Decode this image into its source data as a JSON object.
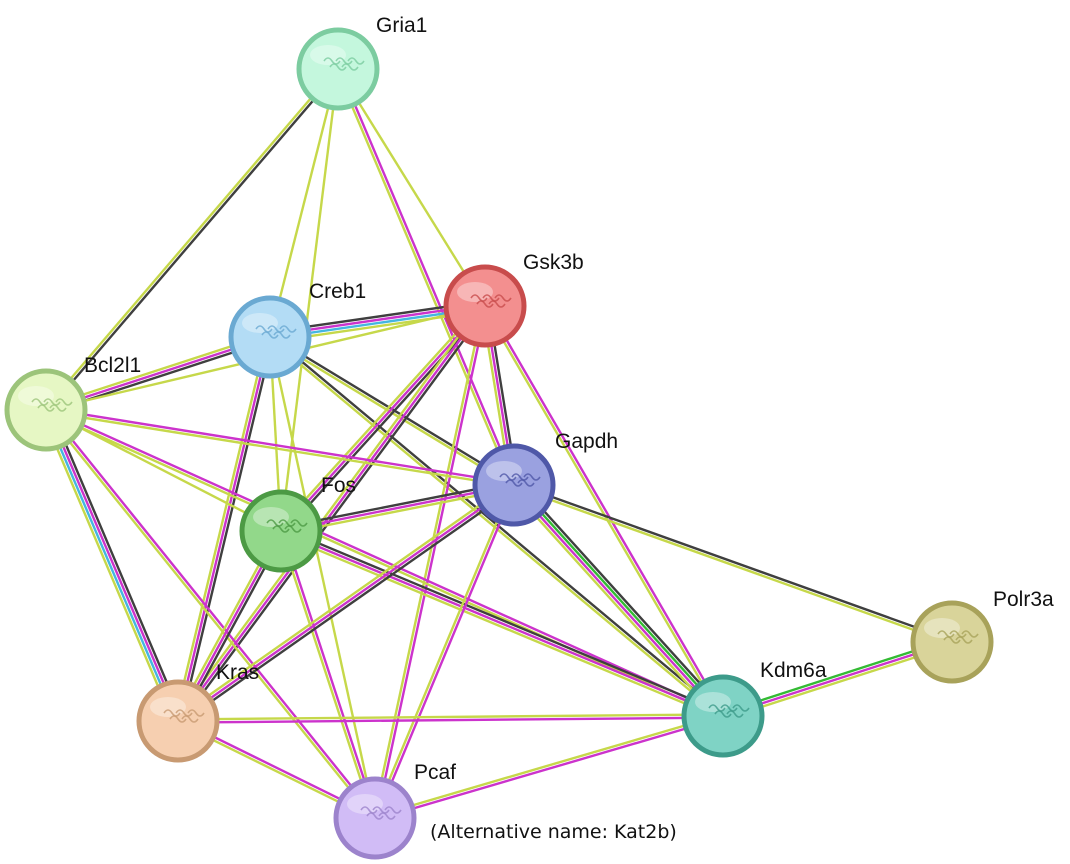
{
  "nodes": [
    {
      "id": "gria1",
      "label": "Gria1",
      "color": "#c4f7dd",
      "stroke": "#7ccca0"
    },
    {
      "id": "gsk3b",
      "label": "Gsk3b",
      "color": "#f38f8f",
      "stroke": "#c84c4c"
    },
    {
      "id": "creb1",
      "label": "Creb1",
      "color": "#b3dcf5",
      "stroke": "#6aa9d2"
    },
    {
      "id": "bcl2l1",
      "label": "Bcl2l1",
      "color": "#e6f7c4",
      "stroke": "#9cc47a"
    },
    {
      "id": "gapdh",
      "label": "Gapdh",
      "color": "#9aa1e0",
      "stroke": "#4f58a8"
    },
    {
      "id": "fos",
      "label": "Fos",
      "color": "#92d88a",
      "stroke": "#4c9a44"
    },
    {
      "id": "polr3a",
      "label": "Polr3a",
      "color": "#d9d49a",
      "stroke": "#a8a25a"
    },
    {
      "id": "kdm6a",
      "label": "Kdm6a",
      "color": "#7fd3c5",
      "stroke": "#3d9b8a"
    },
    {
      "id": "kras",
      "label": "Kras",
      "color": "#f6cfb0",
      "stroke": "#c89a72"
    },
    {
      "id": "pcaf",
      "label": "Pcaf",
      "color": "#d1bcf6",
      "stroke": "#9c83cc"
    }
  ],
  "note": "(Alternative name: Kat2b)",
  "evidence_colors": {
    "black": "#3f3f3f",
    "yellow": "#c6d84a",
    "magenta": "#cc33cc",
    "cyan": "#44b6e0",
    "green": "#33bb33"
  },
  "edges": [
    {
      "a": "gria1",
      "b": "bcl2l1",
      "types": [
        "black",
        "yellow"
      ]
    },
    {
      "a": "gria1",
      "b": "creb1",
      "types": [
        "yellow"
      ]
    },
    {
      "a": "gria1",
      "b": "gsk3b",
      "types": [
        "yellow"
      ]
    },
    {
      "a": "gria1",
      "b": "gapdh",
      "types": [
        "magenta",
        "yellow"
      ]
    },
    {
      "a": "gria1",
      "b": "fos",
      "types": [
        "yellow"
      ]
    },
    {
      "a": "creb1",
      "b": "gsk3b",
      "types": [
        "black",
        "magenta",
        "cyan",
        "yellow"
      ]
    },
    {
      "a": "creb1",
      "b": "bcl2l1",
      "types": [
        "black",
        "magenta",
        "yellow"
      ]
    },
    {
      "a": "creb1",
      "b": "gapdh",
      "types": [
        "black",
        "yellow"
      ]
    },
    {
      "a": "creb1",
      "b": "fos",
      "types": [
        "yellow"
      ]
    },
    {
      "a": "creb1",
      "b": "kras",
      "types": [
        "black",
        "magenta",
        "yellow"
      ]
    },
    {
      "a": "creb1",
      "b": "kdm6a",
      "types": [
        "black",
        "yellow"
      ]
    },
    {
      "a": "creb1",
      "b": "pcaf",
      "types": [
        "yellow"
      ]
    },
    {
      "a": "gsk3b",
      "b": "bcl2l1",
      "types": [
        "yellow"
      ]
    },
    {
      "a": "gsk3b",
      "b": "gapdh",
      "types": [
        "black",
        "magenta",
        "yellow"
      ]
    },
    {
      "a": "gsk3b",
      "b": "fos",
      "types": [
        "black",
        "magenta",
        "yellow"
      ]
    },
    {
      "a": "gsk3b",
      "b": "kras",
      "types": [
        "black",
        "magenta",
        "yellow"
      ]
    },
    {
      "a": "gsk3b",
      "b": "kdm6a",
      "types": [
        "magenta",
        "yellow"
      ]
    },
    {
      "a": "gsk3b",
      "b": "pcaf",
      "types": [
        "magenta",
        "yellow"
      ]
    },
    {
      "a": "bcl2l1",
      "b": "gapdh",
      "types": [
        "magenta",
        "yellow"
      ]
    },
    {
      "a": "bcl2l1",
      "b": "fos",
      "types": [
        "yellow"
      ]
    },
    {
      "a": "bcl2l1",
      "b": "kras",
      "types": [
        "black",
        "magenta",
        "cyan",
        "yellow"
      ]
    },
    {
      "a": "bcl2l1",
      "b": "kdm6a",
      "types": [
        "magenta",
        "yellow"
      ]
    },
    {
      "a": "bcl2l1",
      "b": "pcaf",
      "types": [
        "magenta",
        "yellow"
      ]
    },
    {
      "a": "fos",
      "b": "gapdh",
      "types": [
        "black",
        "magenta",
        "yellow"
      ]
    },
    {
      "a": "fos",
      "b": "kras",
      "types": [
        "black",
        "magenta",
        "yellow"
      ]
    },
    {
      "a": "fos",
      "b": "kdm6a",
      "types": [
        "black",
        "magenta",
        "yellow"
      ]
    },
    {
      "a": "fos",
      "b": "pcaf",
      "types": [
        "magenta",
        "yellow"
      ]
    },
    {
      "a": "gapdh",
      "b": "kras",
      "types": [
        "black",
        "magenta",
        "yellow"
      ]
    },
    {
      "a": "gapdh",
      "b": "kdm6a",
      "types": [
        "black",
        "green",
        "magenta",
        "yellow"
      ]
    },
    {
      "a": "gapdh",
      "b": "pcaf",
      "types": [
        "magenta",
        "yellow"
      ]
    },
    {
      "a": "gapdh",
      "b": "polr3a",
      "types": [
        "black",
        "yellow"
      ]
    },
    {
      "a": "kdm6a",
      "b": "polr3a",
      "types": [
        "green",
        "magenta",
        "yellow"
      ]
    },
    {
      "a": "kdm6a",
      "b": "kras",
      "types": [
        "magenta",
        "yellow"
      ]
    },
    {
      "a": "kdm6a",
      "b": "pcaf",
      "types": [
        "magenta",
        "yellow"
      ]
    },
    {
      "a": "kras",
      "b": "pcaf",
      "types": [
        "magenta",
        "yellow"
      ]
    }
  ]
}
